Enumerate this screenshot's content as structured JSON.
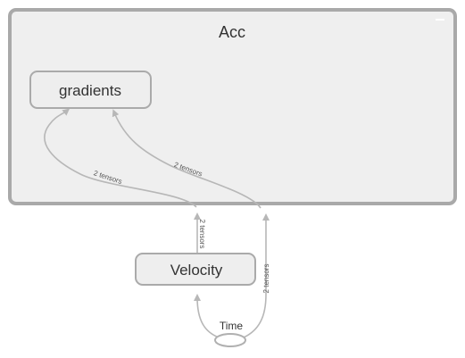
{
  "graph": {
    "cluster": {
      "label": "Acc"
    },
    "nodes": {
      "gradients": {
        "label": "gradients"
      },
      "velocity": {
        "label": "Velocity"
      },
      "time": {
        "label": "Time"
      }
    },
    "edges": [
      {
        "from": "Acc",
        "to": "gradients",
        "label": "2 tensors"
      },
      {
        "from": "Acc",
        "to": "gradients",
        "label": "2 tensors"
      },
      {
        "from": "Velocity",
        "to": "Acc",
        "label": "2 tensors"
      },
      {
        "from": "Time",
        "to": "Acc",
        "label": "2 tensors"
      },
      {
        "from": "Time",
        "to": "Velocity",
        "label": ""
      }
    ]
  },
  "colors": {
    "cluster_fill": "#efefef",
    "cluster_stroke": "#a9a9a9",
    "node_fill": "#eeeeee",
    "node_stroke": "#aaaaaa",
    "edge": "#b7b7b7"
  }
}
